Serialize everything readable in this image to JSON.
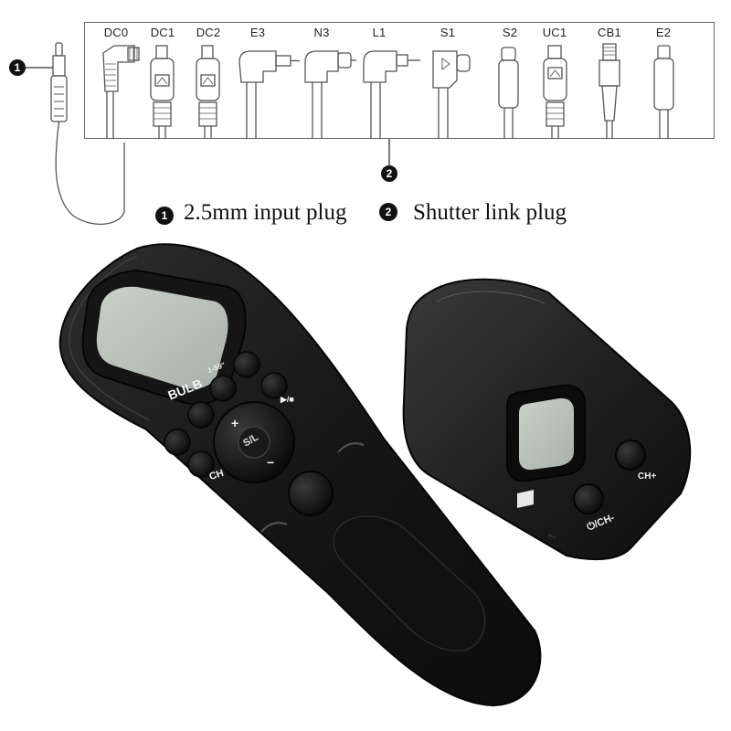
{
  "diagram": {
    "plug_labels": [
      "DC0",
      "DC1",
      "DC2",
      "E3",
      "N3",
      "L1",
      "S1",
      "S2",
      "UC1",
      "CB1",
      "E2"
    ],
    "callouts": [
      "1",
      "2"
    ]
  },
  "legend": {
    "item1_num": "1",
    "item1_text": "2.5mm input plug",
    "item2_num": "2",
    "item2_text": "Shutter link plug"
  },
  "remote": {
    "bulb_label": "BULB",
    "timer_label": "1-59\"",
    "center_label": "S/L",
    "plus_label": "+",
    "minus_label": "−",
    "ch_label": "CH",
    "play_label": "▶/■"
  },
  "receiver": {
    "ch_plus_label": "CH+",
    "power_label": "⏻/CH-"
  }
}
